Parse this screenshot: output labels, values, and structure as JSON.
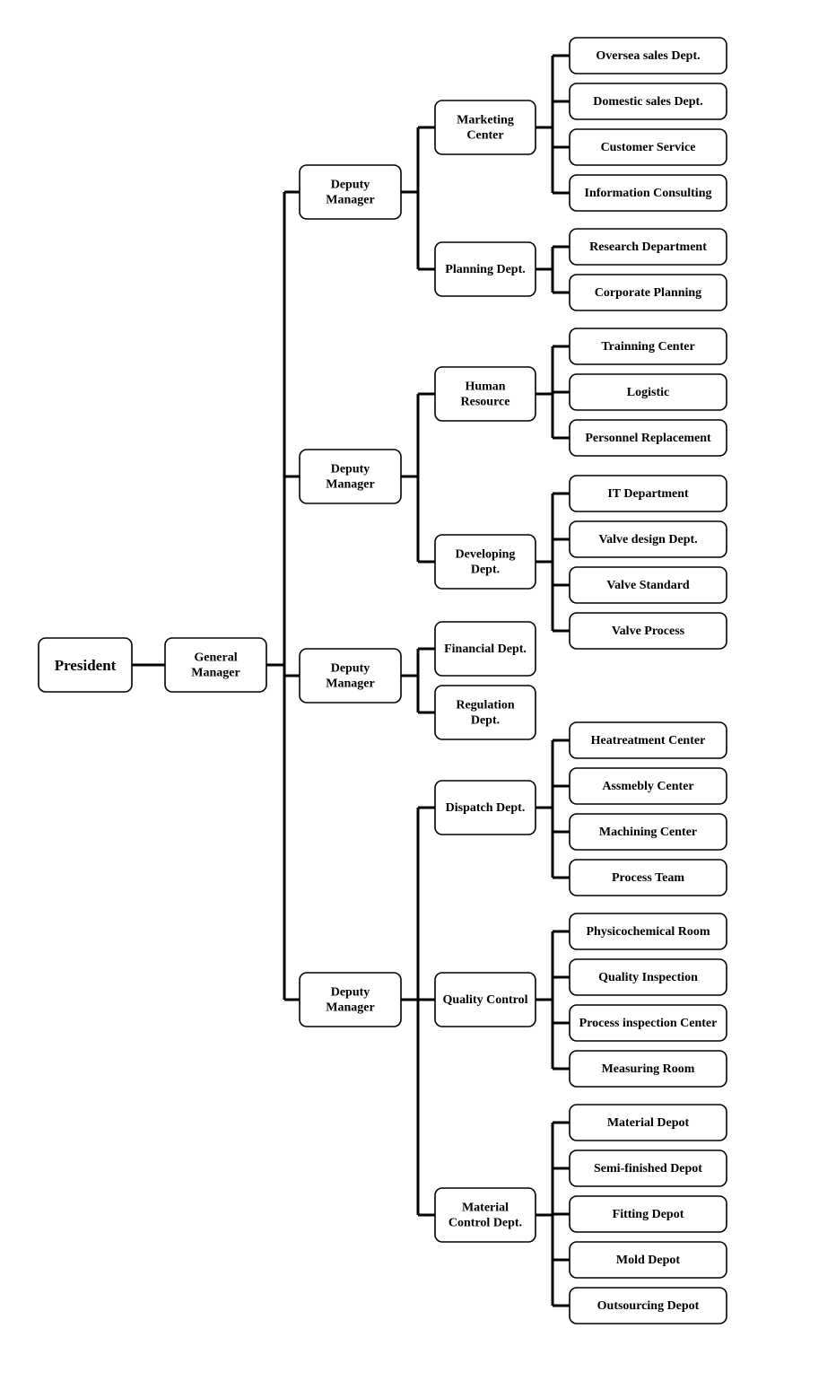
{
  "org_chart": {
    "president": "President",
    "general_manager": "General\nManager",
    "deputies": [
      {
        "label": "Deputy\nManager",
        "departments": [
          {
            "label": "Marketing\nCenter",
            "units": [
              "Oversea sales Dept.",
              "Domestic  sales Dept.",
              "Customer Service",
              "Information Consulting"
            ]
          },
          {
            "label": "Planning Dept.",
            "units": [
              "Research Department",
              "Corporate Planning"
            ]
          }
        ]
      },
      {
        "label": "Deputy\nManager",
        "departments": [
          {
            "label": "Human\nResource",
            "units": [
              "Trainning Center",
              "Logistic",
              "Personnel Replacement"
            ]
          },
          {
            "label": "Developing\nDept.",
            "units": [
              "IT Department",
              "Valve design Dept.",
              "Valve Standard",
              "Valve Process"
            ]
          }
        ]
      },
      {
        "label": "Deputy\nManager",
        "departments": [
          {
            "label": "Financial Dept.",
            "units": []
          },
          {
            "label": "Regulation\nDept.",
            "units": []
          }
        ]
      },
      {
        "label": "Deputy\nManager",
        "departments": [
          {
            "label": "Dispatch Dept.",
            "units": [
              "Heatreatment Center",
              "Assmebly Center",
              "Machining Center",
              "Process Team"
            ]
          },
          {
            "label": "Quality Control",
            "units": [
              "Physicochemical Room",
              "Quality  Inspection",
              "Process inspection Center",
              "Measuring Room"
            ]
          },
          {
            "label": "Material\nControl Dept.",
            "units": [
              "Material Depot",
              "Semi-finished Depot",
              "Fitting Depot",
              "Mold Depot",
              "Outsourcing Depot"
            ]
          }
        ]
      }
    ]
  }
}
